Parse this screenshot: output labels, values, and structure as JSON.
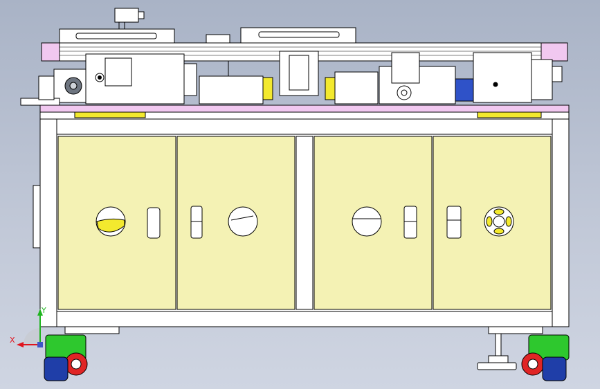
{
  "viewer": {
    "background_top": "#a9b3c6",
    "background_bottom": "#cfd5e2",
    "triad": {
      "x_label": "X",
      "y_label": "Y",
      "x_color": "#e0141e",
      "y_color": "#1fb41f"
    }
  },
  "machine": {
    "door_color": "#f4f2b4",
    "rail_color": "#f1c8f0",
    "cabinet_doors": 4,
    "door_ports": [
      {
        "door": 1,
        "items": [
          "round-port-yellow",
          "oval-slot"
        ]
      },
      {
        "door": 2,
        "items": [
          "connector",
          "round-port"
        ]
      },
      {
        "door": 3,
        "items": [
          "round-port",
          "connector"
        ]
      },
      {
        "door": 4,
        "items": [
          "connector",
          "fan-port"
        ]
      }
    ],
    "casters": 2,
    "caster_wheel_colors": {
      "base": "#2ec82e",
      "wheel": "#1f3ea8",
      "brake": "#e02525"
    },
    "leveling_foot": true
  }
}
